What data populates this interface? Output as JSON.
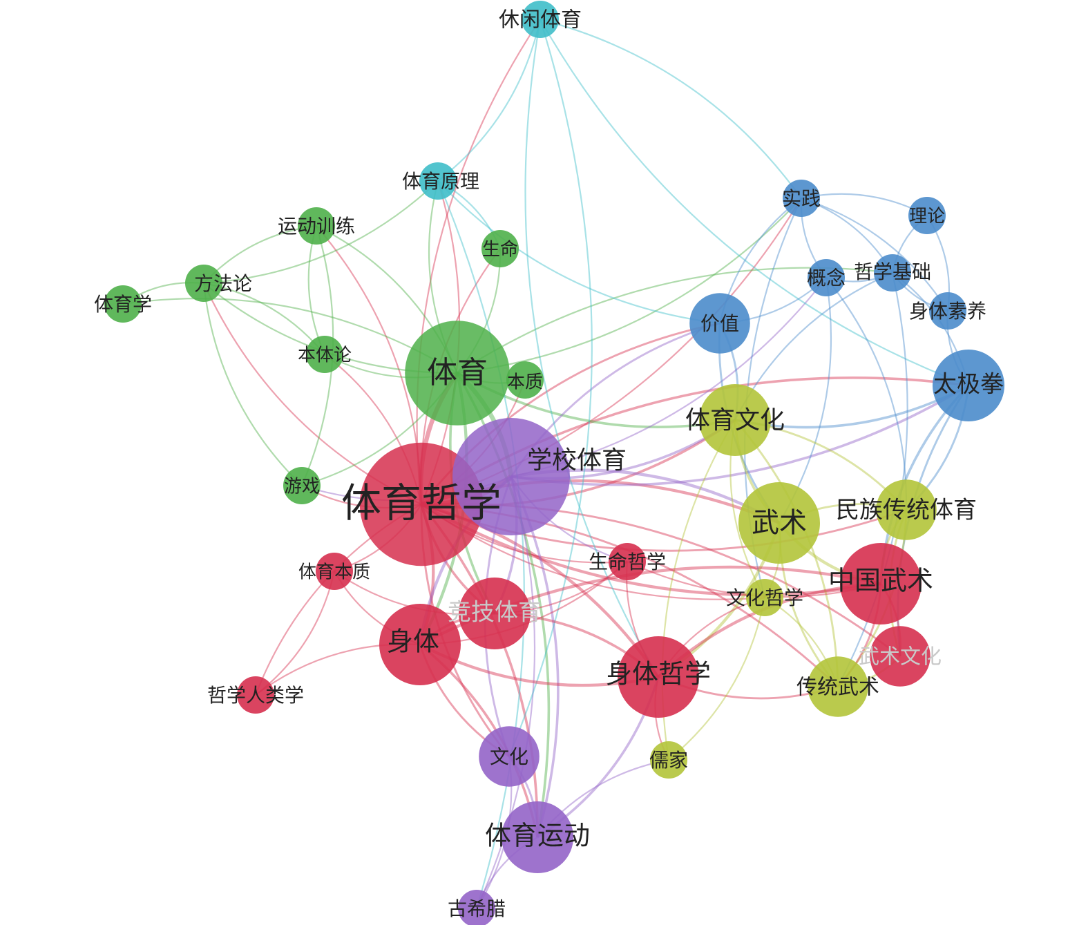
{
  "colors": {
    "red": "#d6304f",
    "green": "#4fb04a",
    "purple": "#9364c8",
    "blue": "#4b8ccb",
    "cyan": "#3fbec9",
    "olive": "#b3c43a"
  },
  "nodes": [
    {
      "id": "n01",
      "label": "体育哲学",
      "group": "red",
      "weight": 10
    },
    {
      "id": "n02",
      "label": "体育",
      "group": "green",
      "weight": 7
    },
    {
      "id": "n03",
      "label": "学校体育",
      "group": "purple",
      "weight": 9
    },
    {
      "id": "n04",
      "label": "休闲体育",
      "group": "cyan",
      "weight": 1
    },
    {
      "id": "n05",
      "label": "体育原理",
      "group": "cyan",
      "weight": 1
    },
    {
      "id": "n06",
      "label": "运动训练",
      "group": "green",
      "weight": 1
    },
    {
      "id": "n07",
      "label": "生命",
      "group": "green",
      "weight": 1
    },
    {
      "id": "n08",
      "label": "方法论",
      "group": "green",
      "weight": 1
    },
    {
      "id": "n09",
      "label": "体育学",
      "group": "green",
      "weight": 1
    },
    {
      "id": "n10",
      "label": "本体论",
      "group": "green",
      "weight": 1
    },
    {
      "id": "n11",
      "label": "本质",
      "group": "green",
      "weight": 1
    },
    {
      "id": "n12",
      "label": "游戏",
      "group": "green",
      "weight": 1
    },
    {
      "id": "n13",
      "label": "实践",
      "group": "blue",
      "weight": 1
    },
    {
      "id": "n14",
      "label": "理论",
      "group": "blue",
      "weight": 1
    },
    {
      "id": "n15",
      "label": "概念",
      "group": "blue",
      "weight": 1
    },
    {
      "id": "n16",
      "label": "哲学基础",
      "group": "blue",
      "weight": 1
    },
    {
      "id": "n17",
      "label": "身体素养",
      "group": "blue",
      "weight": 1
    },
    {
      "id": "n18",
      "label": "价值",
      "group": "blue",
      "weight": 2
    },
    {
      "id": "n19",
      "label": "太极拳",
      "group": "blue",
      "weight": 3
    },
    {
      "id": "n20",
      "label": "体育文化",
      "group": "olive",
      "weight": 3
    },
    {
      "id": "n21",
      "label": "武术",
      "group": "olive",
      "weight": 4
    },
    {
      "id": "n22",
      "label": "民族传统体育",
      "group": "olive",
      "weight": 2
    },
    {
      "id": "n23",
      "label": "中国武术",
      "group": "red",
      "weight": 4
    },
    {
      "id": "n24",
      "label": "生命哲学",
      "group": "red",
      "weight": 1
    },
    {
      "id": "n25",
      "label": "体育本质",
      "group": "red",
      "weight": 1
    },
    {
      "id": "n26",
      "label": "竞技体育",
      "group": "red",
      "weight": 3
    },
    {
      "id": "n27",
      "label": "身体",
      "group": "red",
      "weight": 4
    },
    {
      "id": "n28",
      "label": "文化哲学",
      "group": "olive",
      "weight": 1
    },
    {
      "id": "n29",
      "label": "武术文化",
      "group": "red",
      "weight": 2
    },
    {
      "id": "n30",
      "label": "身体哲学",
      "group": "red",
      "weight": 4
    },
    {
      "id": "n31",
      "label": "传统武术",
      "group": "olive",
      "weight": 2
    },
    {
      "id": "n32",
      "label": "哲学人类学",
      "group": "red",
      "weight": 1
    },
    {
      "id": "n33",
      "label": "文化",
      "group": "purple",
      "weight": 2
    },
    {
      "id": "n34",
      "label": "儒家",
      "group": "olive",
      "weight": 1
    },
    {
      "id": "n35",
      "label": "体育运动",
      "group": "purple",
      "weight": 3
    },
    {
      "id": "n36",
      "label": "古希腊",
      "group": "purple",
      "weight": 1
    }
  ],
  "edges": [
    [
      "n01",
      "n02"
    ],
    [
      "n01",
      "n03"
    ],
    [
      "n01",
      "n27"
    ],
    [
      "n01",
      "n26"
    ],
    [
      "n01",
      "n30"
    ],
    [
      "n01",
      "n23"
    ],
    [
      "n01",
      "n21"
    ],
    [
      "n01",
      "n20"
    ],
    [
      "n01",
      "n25"
    ],
    [
      "n01",
      "n24"
    ],
    [
      "n01",
      "n12"
    ],
    [
      "n01",
      "n10"
    ],
    [
      "n01",
      "n08"
    ],
    [
      "n01",
      "n06"
    ],
    [
      "n01",
      "n07"
    ],
    [
      "n01",
      "n05"
    ],
    [
      "n01",
      "n04"
    ],
    [
      "n01",
      "n33"
    ],
    [
      "n01",
      "n35"
    ],
    [
      "n01",
      "n32"
    ],
    [
      "n01",
      "n29"
    ],
    [
      "n01",
      "n28"
    ],
    [
      "n01",
      "n31"
    ],
    [
      "n01",
      "n22"
    ],
    [
      "n01",
      "n18"
    ],
    [
      "n01",
      "n13"
    ],
    [
      "n01",
      "n19"
    ],
    [
      "n01",
      "n11"
    ],
    [
      "n02",
      "n03"
    ],
    [
      "n02",
      "n07"
    ],
    [
      "n02",
      "n08"
    ],
    [
      "n02",
      "n09"
    ],
    [
      "n02",
      "n10"
    ],
    [
      "n02",
      "n11"
    ],
    [
      "n02",
      "n12"
    ],
    [
      "n02",
      "n06"
    ],
    [
      "n02",
      "n05"
    ],
    [
      "n02",
      "n13"
    ],
    [
      "n02",
      "n27"
    ],
    [
      "n02",
      "n20"
    ],
    [
      "n02",
      "n16"
    ],
    [
      "n02",
      "n26"
    ],
    [
      "n02",
      "n35"
    ],
    [
      "n03",
      "n20"
    ],
    [
      "n03",
      "n21"
    ],
    [
      "n03",
      "n27"
    ],
    [
      "n03",
      "n35"
    ],
    [
      "n03",
      "n33"
    ],
    [
      "n03",
      "n18"
    ],
    [
      "n03",
      "n19"
    ],
    [
      "n03",
      "n12"
    ],
    [
      "n03",
      "n24"
    ],
    [
      "n03",
      "n26"
    ],
    [
      "n03",
      "n15"
    ],
    [
      "n03",
      "n36"
    ],
    [
      "n08",
      "n09"
    ],
    [
      "n08",
      "n06"
    ],
    [
      "n08",
      "n12"
    ],
    [
      "n08",
      "n10"
    ],
    [
      "n08",
      "n05"
    ],
    [
      "n06",
      "n12"
    ],
    [
      "n06",
      "n10"
    ],
    [
      "n05",
      "n07"
    ],
    [
      "n05",
      "n04"
    ],
    [
      "n05",
      "n36"
    ],
    [
      "n05",
      "n18"
    ],
    [
      "n04",
      "n13"
    ],
    [
      "n04",
      "n30"
    ],
    [
      "n04",
      "n33"
    ],
    [
      "n04",
      "n19"
    ],
    [
      "n13",
      "n14"
    ],
    [
      "n13",
      "n15"
    ],
    [
      "n13",
      "n16"
    ],
    [
      "n13",
      "n18"
    ],
    [
      "n13",
      "n17"
    ],
    [
      "n14",
      "n16"
    ],
    [
      "n14",
      "n17"
    ],
    [
      "n15",
      "n16"
    ],
    [
      "n15",
      "n18"
    ],
    [
      "n16",
      "n17"
    ],
    [
      "n16",
      "n19"
    ],
    [
      "n17",
      "n19"
    ],
    [
      "n15",
      "n21"
    ],
    [
      "n16",
      "n20"
    ],
    [
      "n15",
      "n22"
    ],
    [
      "n13",
      "n28"
    ],
    [
      "n18",
      "n20"
    ],
    [
      "n18",
      "n21"
    ],
    [
      "n19",
      "n22"
    ],
    [
      "n19",
      "n23"
    ],
    [
      "n19",
      "n20"
    ],
    [
      "n19",
      "n29"
    ],
    [
      "n16",
      "n31"
    ],
    [
      "n20",
      "n21"
    ],
    [
      "n20",
      "n22"
    ],
    [
      "n20",
      "n28"
    ],
    [
      "n20",
      "n31"
    ],
    [
      "n20",
      "n34"
    ],
    [
      "n21",
      "n22"
    ],
    [
      "n21",
      "n23"
    ],
    [
      "n21",
      "n28"
    ],
    [
      "n21",
      "n31"
    ],
    [
      "n21",
      "n30"
    ],
    [
      "n22",
      "n23"
    ],
    [
      "n22",
      "n31"
    ],
    [
      "n22",
      "n29"
    ],
    [
      "n23",
      "n29"
    ],
    [
      "n23",
      "n30"
    ],
    [
      "n23",
      "n31"
    ],
    [
      "n23",
      "n27"
    ],
    [
      "n23",
      "n24"
    ],
    [
      "n27",
      "n30"
    ],
    [
      "n27",
      "n26"
    ],
    [
      "n27",
      "n32"
    ],
    [
      "n27",
      "n25"
    ],
    [
      "n27",
      "n33"
    ],
    [
      "n27",
      "n35"
    ],
    [
      "n27",
      "n24"
    ],
    [
      "n26",
      "n30"
    ],
    [
      "n26",
      "n24"
    ],
    [
      "n30",
      "n24"
    ],
    [
      "n30",
      "n34"
    ],
    [
      "n30",
      "n28"
    ],
    [
      "n30",
      "n31"
    ],
    [
      "n25",
      "n32"
    ],
    [
      "n25",
      "n26"
    ],
    [
      "n33",
      "n35"
    ],
    [
      "n35",
      "n36"
    ],
    [
      "n33",
      "n36"
    ],
    [
      "n35",
      "n30"
    ],
    [
      "n35",
      "n34"
    ],
    [
      "n34",
      "n28"
    ],
    [
      "n28",
      "n31"
    ],
    [
      "n31",
      "n29"
    ]
  ]
}
